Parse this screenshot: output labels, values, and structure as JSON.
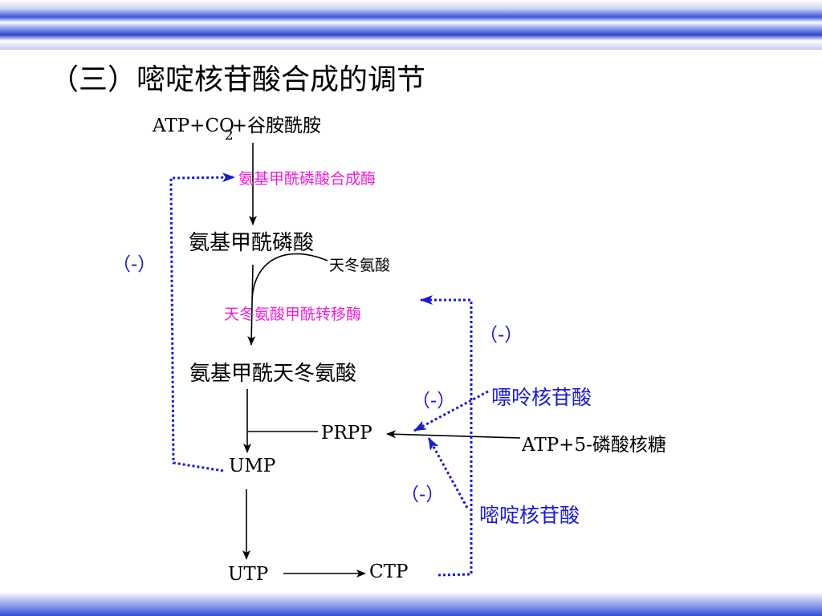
{
  "title": "（三）嘧啶核苷酸合成的调节",
  "nodes": {
    "substrate": "ATP+CO",
    "substrate_sub": "2",
    "substrate_rest": "+谷胺酰胺",
    "carbamoyl_phosphate": "氨基甲酰磷酸",
    "aspartate": "天冬氨酸",
    "carbamoyl_aspartate": "氨基甲酰天冬氨酸",
    "prpp": "PRPP",
    "atp_ribose": "ATP+5-磷酸核糖",
    "ump": "UMP",
    "utp": "UTP",
    "ctp": "CTP"
  },
  "enzymes": {
    "cps": "氨基甲酰磷酸合成酶",
    "atcase": "天冬氨酸甲酰转移酶"
  },
  "effectors": {
    "purine": "嘌呤核苷酸",
    "pyrimidine": "嘧啶核苷酸"
  },
  "inhibition_label": "（-）",
  "colors": {
    "enzyme": "#ee1fd2",
    "regulation": "#1a1ad6",
    "arrow": "#000000"
  }
}
